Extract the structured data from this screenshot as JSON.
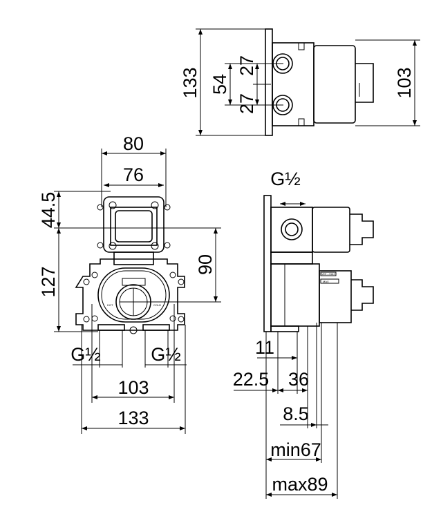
{
  "top_view": {
    "overall_height": "133",
    "inlet_spacing": "54",
    "inlet_offset_top": "27",
    "inlet_offset_bottom": "27",
    "body_height": "103"
  },
  "front_view": {
    "width_outer": "80",
    "width_inner": "76",
    "top_offset": "44.5",
    "total_height": "127",
    "center_height": "90",
    "thread_left": "G½",
    "thread_right": "G½",
    "inlet_spacing": "103",
    "overall_width": "133",
    "label_hot": "HOT",
    "label_cold": "COLD"
  },
  "side_view": {
    "thread": "G½",
    "dim_11": "11",
    "dim_22_5": "22.5",
    "dim_36": "36",
    "dim_8_5": "8.5",
    "min_depth": "min67",
    "max_depth": "max89",
    "label_min_max": "MIN↔MAX",
    "label_max": "MAX"
  }
}
